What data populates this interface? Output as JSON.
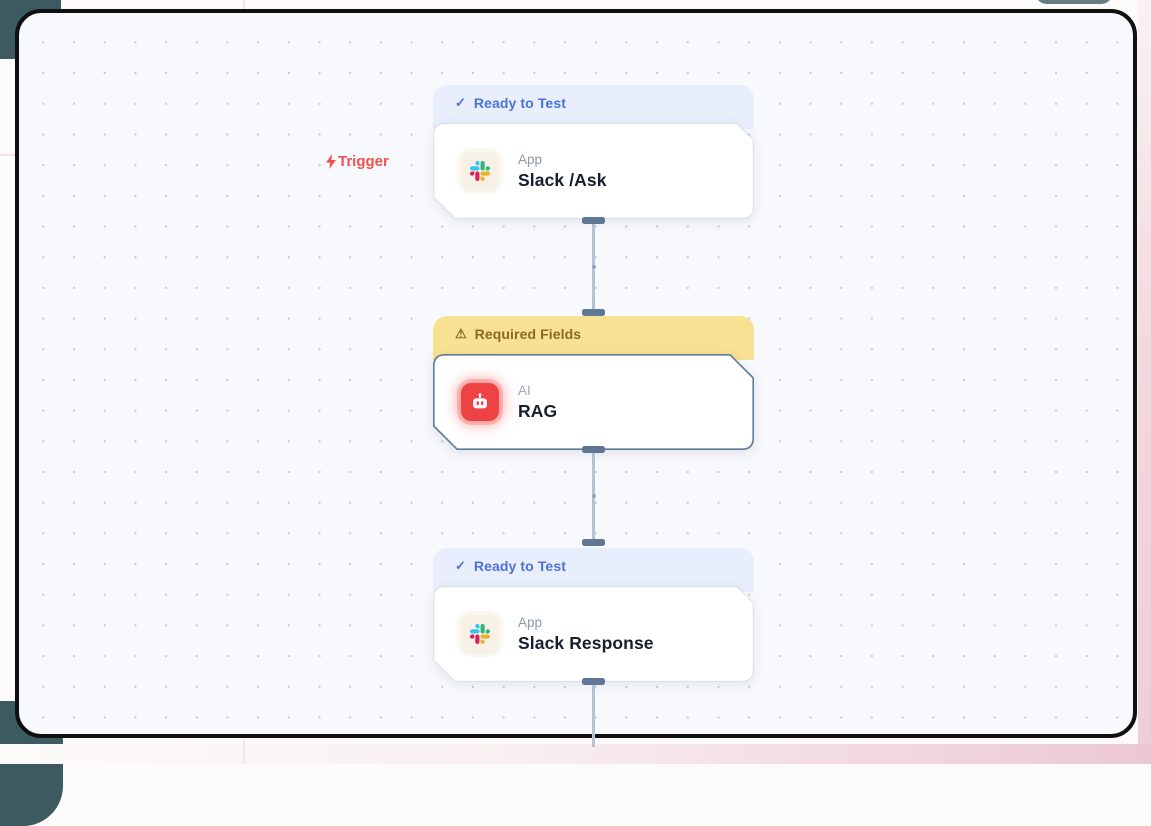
{
  "colors": {
    "accent-blue": "#4a72d8",
    "badge-blue-bg": "#e9eefc",
    "badge-yellow-bg": "#f9e193",
    "badge-yellow-text": "#8a6c1d",
    "trigger-red": "#f05252",
    "node-border-selected": "#5e7b97",
    "connector-line": "#b6c3d2",
    "connector-cap": "#5f7795",
    "ai-icon-red": "#ee4245",
    "canvas-bg": "#f8f9fc",
    "frame-border": "#101010",
    "slack-blue": "#36c5f0",
    "slack-green": "#2eb67d",
    "slack-red": "#e01e5a",
    "slack-yellow": "#ecb22e"
  },
  "canvas": {
    "trigger_label": "Trigger"
  },
  "badge_icons": {
    "ready": "✓",
    "warning": "⚠"
  },
  "nodes": [
    {
      "badge_status": "ready",
      "badge_label": "Ready to Test",
      "category": "App",
      "title": "Slack /Ask",
      "icon": "slack-icon"
    },
    {
      "badge_status": "warning",
      "badge_label": "Required Fields",
      "category": "AI",
      "title": "RAG",
      "icon": "robot-icon"
    },
    {
      "badge_status": "ready",
      "badge_label": "Ready to Test",
      "category": "App",
      "title": "Slack Response",
      "icon": "slack-icon"
    }
  ]
}
